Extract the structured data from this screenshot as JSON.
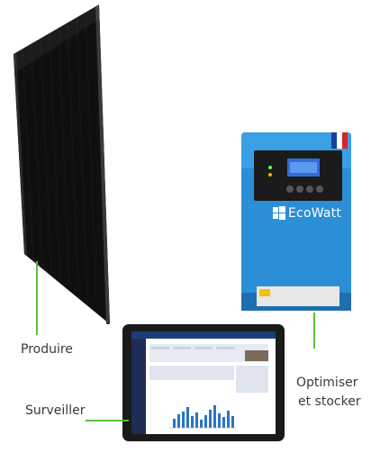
{
  "labels": {
    "produce": "Produire",
    "optimize_line1": "Optimiser",
    "optimize_line2": "et stocker",
    "monitor": "Surveiller"
  },
  "inverter": {
    "brand": "EcoWatt"
  },
  "colors": {
    "accent_green": "#5bbf3a",
    "panel_black": "#0d0d0d",
    "inverter_blue": "#2a8fd6",
    "tablet_frame": "#1a1a1a"
  },
  "icons": {
    "brand_logo": "windows-logo-icon",
    "flag": "french-flag-icon",
    "warning": "warning-sticker-icon"
  }
}
